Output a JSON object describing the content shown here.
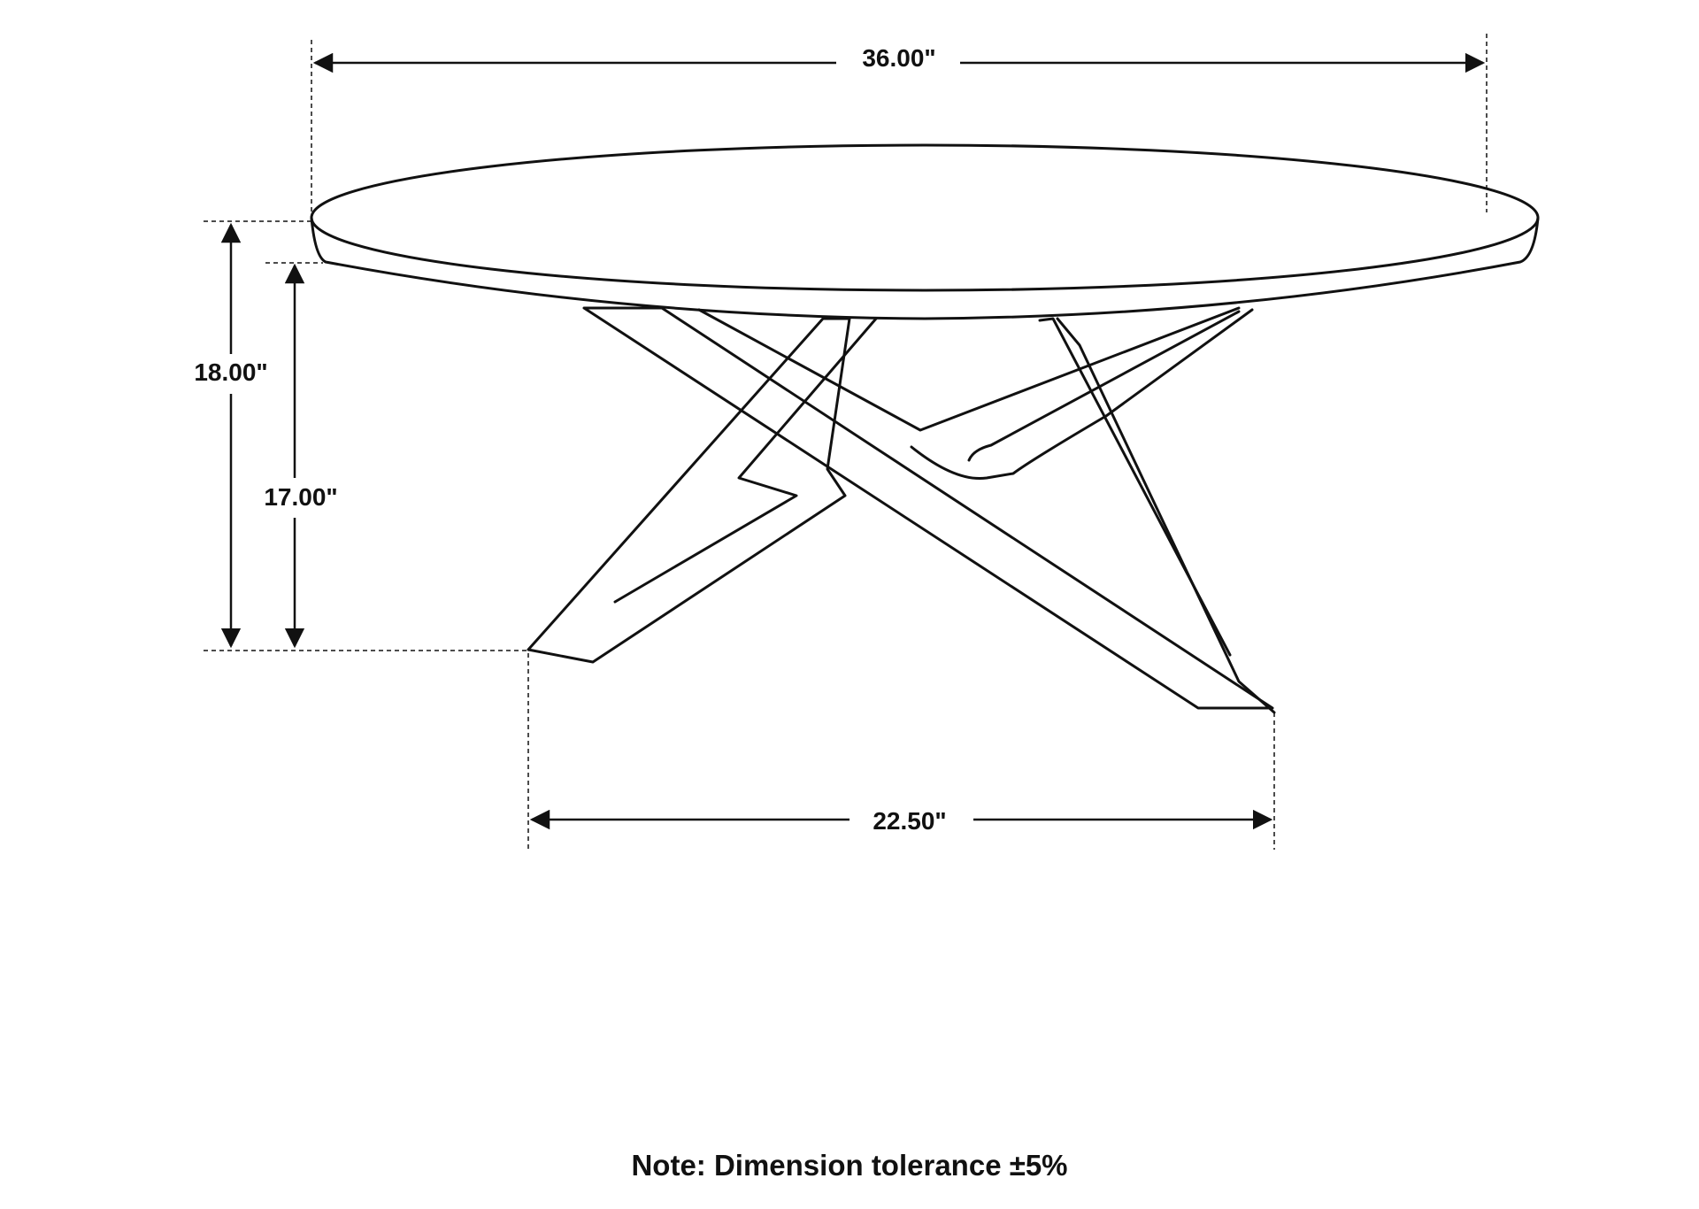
{
  "dimensions": {
    "overall_width": "36.00\"",
    "overall_height": "18.00\"",
    "base_height": "17.00\"",
    "base_width": "22.50\""
  },
  "note": "Note: Dimension tolerance ±5%"
}
